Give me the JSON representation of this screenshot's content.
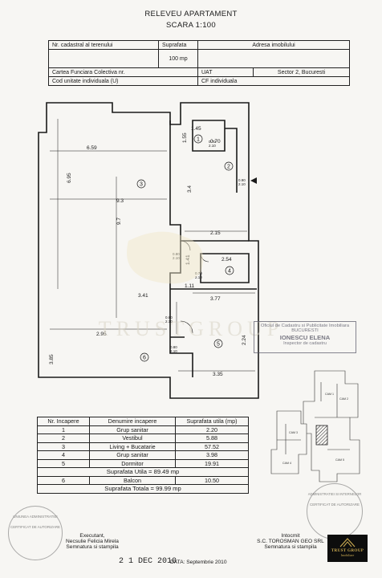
{
  "title": "RELEVEU APARTAMENT",
  "scale": "SCARA 1:100",
  "header": {
    "nr_cadastral_label": "Nr. cadastral al terenului",
    "suprafata_label": "Suprafata",
    "suprafata_value": "100 mp",
    "adresa_label": "Adresa imobilului",
    "carte_funciara_label": "Cartea Funciara Colectiva nr.",
    "uat_label": "UAT",
    "uat_value": "Sector 2, Bucuresti",
    "cod_unitate_label": "Cod unitate individuala (U)",
    "cf_individuala_label": "CF individuala"
  },
  "plan": {
    "dims": [
      "1.45",
      "1.55",
      "0.70",
      "6.59",
      "6.95",
      "9.3",
      "3.4",
      "2.15",
      "9.7",
      "2.54",
      "3.41",
      "3.77",
      "2.95",
      "3.85",
      "3.35",
      "2.24",
      "1.41",
      "1.11"
    ],
    "room_numbers": [
      "1",
      "2",
      "3",
      "4",
      "5",
      "6"
    ],
    "door_markers": [
      "0.70",
      "2.10",
      "0.90",
      "2.10",
      "0.80",
      "2.10",
      "0.70",
      "2.10",
      "0.80",
      "2.10",
      "0.80",
      "2.10"
    ]
  },
  "rooms_table": {
    "headers": [
      "Nr. Incapere",
      "Denumire incapere",
      "Suprafata utila (mp)"
    ],
    "rows": [
      {
        "nr": "1",
        "name": "Grup sanitar",
        "area": "2.20"
      },
      {
        "nr": "2",
        "name": "Vestibul",
        "area": "5.88"
      },
      {
        "nr": "3",
        "name": "Living + Bucatarie",
        "area": "57.52"
      },
      {
        "nr": "4",
        "name": "Grup sanitar",
        "area": "3.98"
      },
      {
        "nr": "5",
        "name": "Dormitor",
        "area": "19.91"
      }
    ],
    "suprafata_utila": "Suprafata Utila = 89.49 mp",
    "balcon": {
      "nr": "6",
      "name": "Balcon",
      "area": "10.50"
    },
    "suprafata_totala": "Suprafata Totala = 99.99 mp"
  },
  "footer": {
    "executant": "Executant,",
    "executant_name": "Necsulie Felicia Mirela",
    "semnatura_left": "Semnatura si stampila",
    "date_stamp": "2 1 DEC 2010",
    "data_text": "DATA: Septembrie 2010",
    "intocmit": "Intocmit",
    "company": "S.C. TOROSMAN GEO SRL",
    "semnatura_right": "Semnatura si stampila"
  },
  "stamp": {
    "office": "Oficiul de Cadastru si Publicitate Imobiliara",
    "city": "BUCURESTI",
    "name": "IONESCU ELENA",
    "role": "Inspector de cadastru"
  },
  "stamps_round": {
    "left_text": "UNIUNEA ADMINISTRATIEI",
    "left_inner": "CERTIFICAT DE AUTORIZARE",
    "right_text": "ADMINISTRATIEI SI INTERNELOR",
    "right_inner": "CERTIFICAT DE AUTORIZARE"
  },
  "watermark": "TRUSTGROUP",
  "logo": {
    "name": "TRUST GROUP",
    "sub": "Imobiliare"
  },
  "location_labels": [
    "CAM 1",
    "CAM 2",
    "CAM 3",
    "CAM 4",
    "CAM 5"
  ],
  "colors": {
    "ink": "#1a1a1a",
    "paper": "#f7f6f3",
    "hatch": "#333333",
    "stamp": "#6a6a6a",
    "logo_bg": "#0d0d0d",
    "logo_gold": "#c8a850"
  }
}
